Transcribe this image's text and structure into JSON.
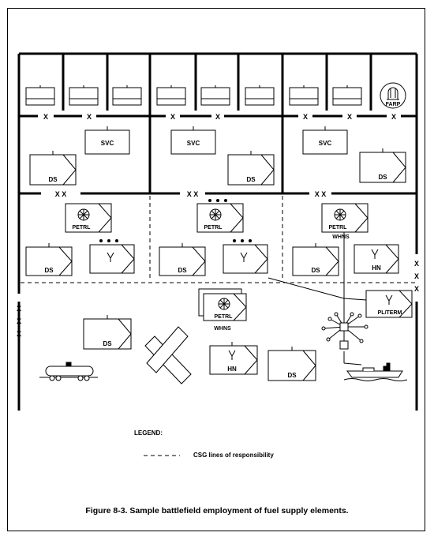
{
  "units": {
    "ds": "DS",
    "svc": "SVC",
    "farp": "FARP",
    "petrl": "PETRL",
    "whns": "WHNS",
    "hn": "HN",
    "plterm": "PL/TERM"
  },
  "boundaries": {
    "x": "X",
    "xx": "X X"
  },
  "legend": {
    "title": "LEGEND:",
    "line_label": "CSG lines of responsibility"
  },
  "caption": "Figure 8-3. Sample battlefield employment of fuel supply elements."
}
